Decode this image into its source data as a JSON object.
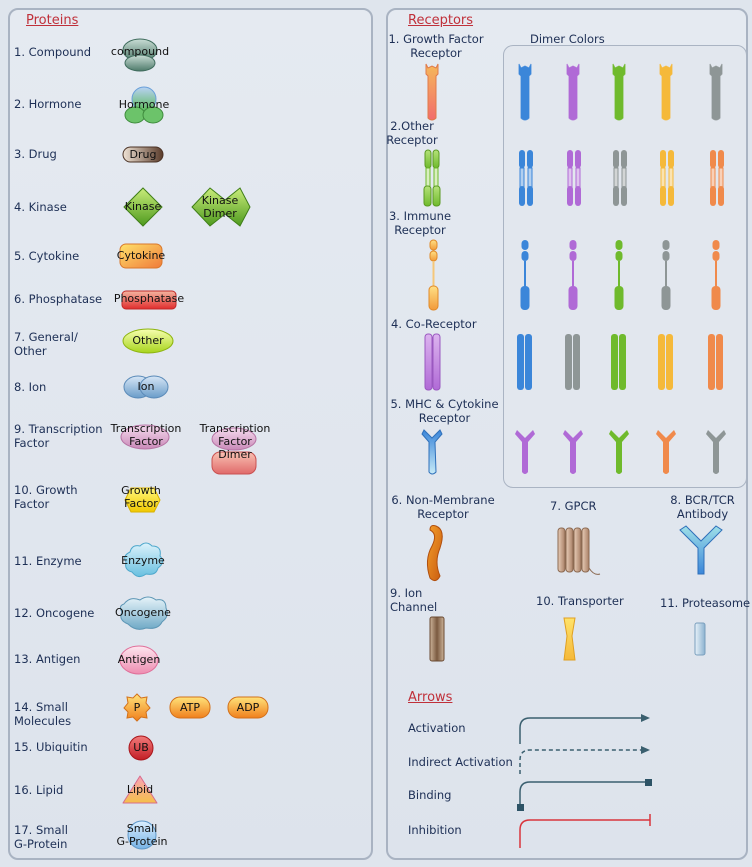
{
  "proteins": {
    "title": "Proteins",
    "items": [
      {
        "label": "1. Compound",
        "glyphs": [
          "compound"
        ]
      },
      {
        "label": "2. Hormone",
        "glyphs": [
          "Hormone"
        ]
      },
      {
        "label": "3. Drug",
        "glyphs": [
          "Drug"
        ]
      },
      {
        "label": "4. Kinase",
        "glyphs": [
          "Kinase",
          "Kinase\nDimer"
        ]
      },
      {
        "label": "5. Cytokine",
        "glyphs": [
          "Cytokine"
        ]
      },
      {
        "label": "6. Phosphatase",
        "glyphs": [
          "Phosphatase"
        ]
      },
      {
        "label": "7. General/\nOther",
        "glyphs": [
          "Other"
        ]
      },
      {
        "label": "8. Ion",
        "glyphs": [
          "Ion"
        ]
      },
      {
        "label": "9. Transcription\nFactor",
        "glyphs": [
          "Transcription\nFactor",
          "Transcription\nFactor\nDimer"
        ]
      },
      {
        "label": "10. Growth\nFactor",
        "glyphs": [
          "Growth\nFactor"
        ]
      },
      {
        "label": "11. Enzyme",
        "glyphs": [
          "Enzyme"
        ]
      },
      {
        "label": "12. Oncogene",
        "glyphs": [
          "Oncogene"
        ]
      },
      {
        "label": "13. Antigen",
        "glyphs": [
          "Antigen"
        ]
      },
      {
        "label": "14. Small\nMolecules",
        "glyphs": [
          "P",
          "ATP",
          "ADP"
        ]
      },
      {
        "label": "15. Ubiquitin",
        "glyphs": [
          "UB"
        ]
      },
      {
        "label": "16. Lipid",
        "glyphs": [
          "Lipid"
        ]
      },
      {
        "label": "17. Small\nG-Protein",
        "glyphs": [
          "Small\nG-Protein"
        ]
      }
    ]
  },
  "receptors": {
    "title": "Receptors",
    "dimer_colors_label": "Dimer Colors",
    "items": [
      {
        "label": "1. Growth Factor\nReceptor"
      },
      {
        "label": "2.Other\nReceptor"
      },
      {
        "label": "3. Immune\nReceptor"
      },
      {
        "label": "4. Co-Receptor"
      },
      {
        "label": "5. MHC & Cytokine\nReceptor"
      },
      {
        "label": "6. Non-Membrane\nReceptor"
      },
      {
        "label": "7. GPCR"
      },
      {
        "label": "8. BCR/TCR\nAntibody"
      },
      {
        "label": "9. Ion\nChannel"
      },
      {
        "label": "10. Transporter"
      },
      {
        "label": "11. Proteasome"
      }
    ],
    "dimer_colors": [
      "#3b86d9",
      "#b06ad6",
      "#6fba2c",
      "#f5b93a",
      "#8e9696",
      "#f08a4b"
    ]
  },
  "arrows": {
    "title": "Arrows",
    "items": [
      {
        "label": "Activation"
      },
      {
        "label": "Indirect Activation"
      },
      {
        "label": "Binding"
      },
      {
        "label": "Inhibition"
      }
    ],
    "colors": {
      "line": "#3a5f6f",
      "inhibition": "#d9343c"
    }
  }
}
